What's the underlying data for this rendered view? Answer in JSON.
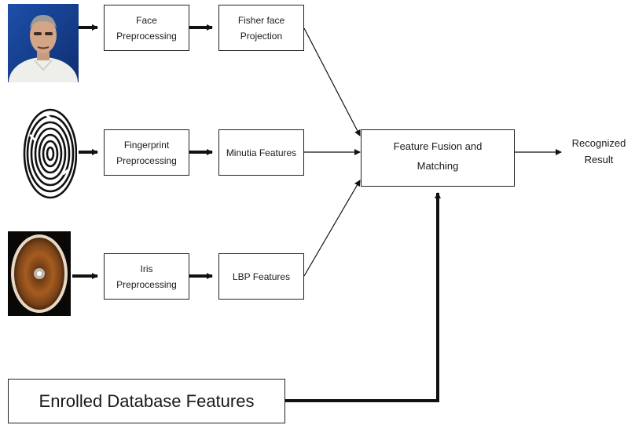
{
  "face": {
    "preprocessing": [
      "Face",
      "Preprocessing"
    ],
    "projection": [
      "Fisher face",
      "Projection"
    ]
  },
  "fingerprint": {
    "preprocessing": [
      "Fingerprint",
      "Preprocessing"
    ],
    "features": "Minutia Features"
  },
  "iris": {
    "preprocessing": [
      "Iris",
      "Preprocessing"
    ],
    "features": "LBP Features"
  },
  "fusion": [
    "Feature Fusion and",
    "Matching"
  ],
  "result": [
    "Recognized",
    "Result"
  ],
  "database": "Enrolled Database Features",
  "images": {
    "face": "face-photo",
    "fingerprint": "fingerprint-image",
    "iris": "iris-image"
  }
}
